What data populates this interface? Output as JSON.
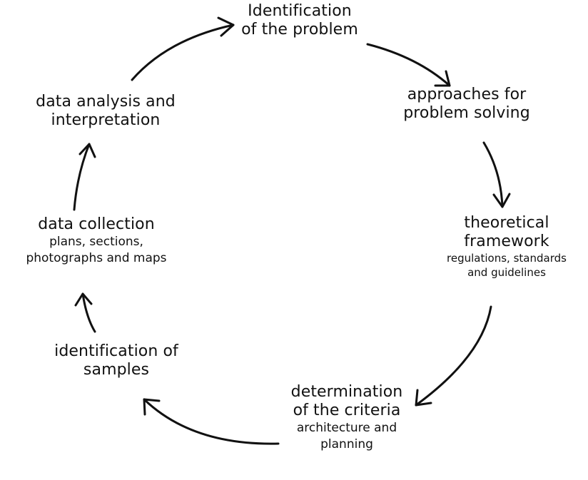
{
  "nodes": {
    "identification_problem": {
      "lines": [
        "Identification",
        "of the problem"
      ]
    },
    "approaches": {
      "lines": [
        "approaches for",
        "problem solving"
      ]
    },
    "theoretical_framework": {
      "lines": [
        "theoretical",
        "framework"
      ],
      "sub": [
        "regulations, standards",
        "and guidelines"
      ]
    },
    "determination_criteria": {
      "lines": [
        "determination",
        "of the criteria"
      ],
      "sub": [
        "architecture and",
        "planning"
      ]
    },
    "identification_samples": {
      "lines": [
        "identification of",
        "samples"
      ]
    },
    "data_collection": {
      "lines": [
        "data collection"
      ],
      "sub": [
        "plans, sections,",
        "photographs and maps"
      ]
    },
    "data_analysis": {
      "lines": [
        "data analysis and",
        "interpretation"
      ]
    }
  },
  "colors": {
    "text": "#111111",
    "arrow": "#111111",
    "background": "#ffffff"
  }
}
